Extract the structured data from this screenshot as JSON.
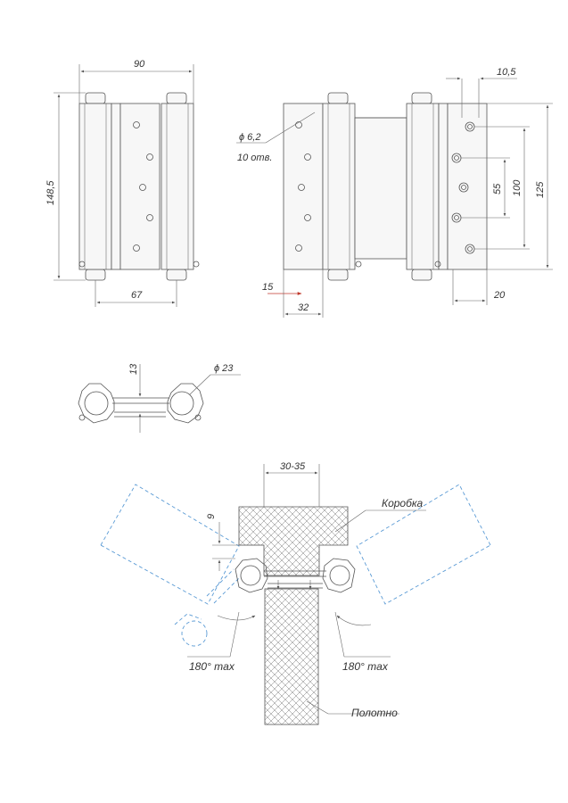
{
  "dimensions": {
    "width_90": "90",
    "height_148_5": "148,5",
    "spacing_67": "67",
    "hole_dia": "ϕ 6,2",
    "hole_count": "10 отв.",
    "offset_15": "15",
    "width_32": "32",
    "width_10_5": "10,5",
    "pitch_55": "55",
    "pitch_100": "100",
    "height_125": "125",
    "width_20": "20",
    "thickness_13": "13",
    "barrel_dia": "ϕ 23",
    "frame_range": "30-35",
    "gap_9": "9"
  },
  "labels": {
    "frame": "Коробка",
    "door_leaf": "Полотно",
    "angle_left": "180° max",
    "angle_right": "180° max"
  },
  "colors": {
    "line": "#555555",
    "door_outline": "#5b9bd5",
    "arrow_red": "#c0392b"
  }
}
